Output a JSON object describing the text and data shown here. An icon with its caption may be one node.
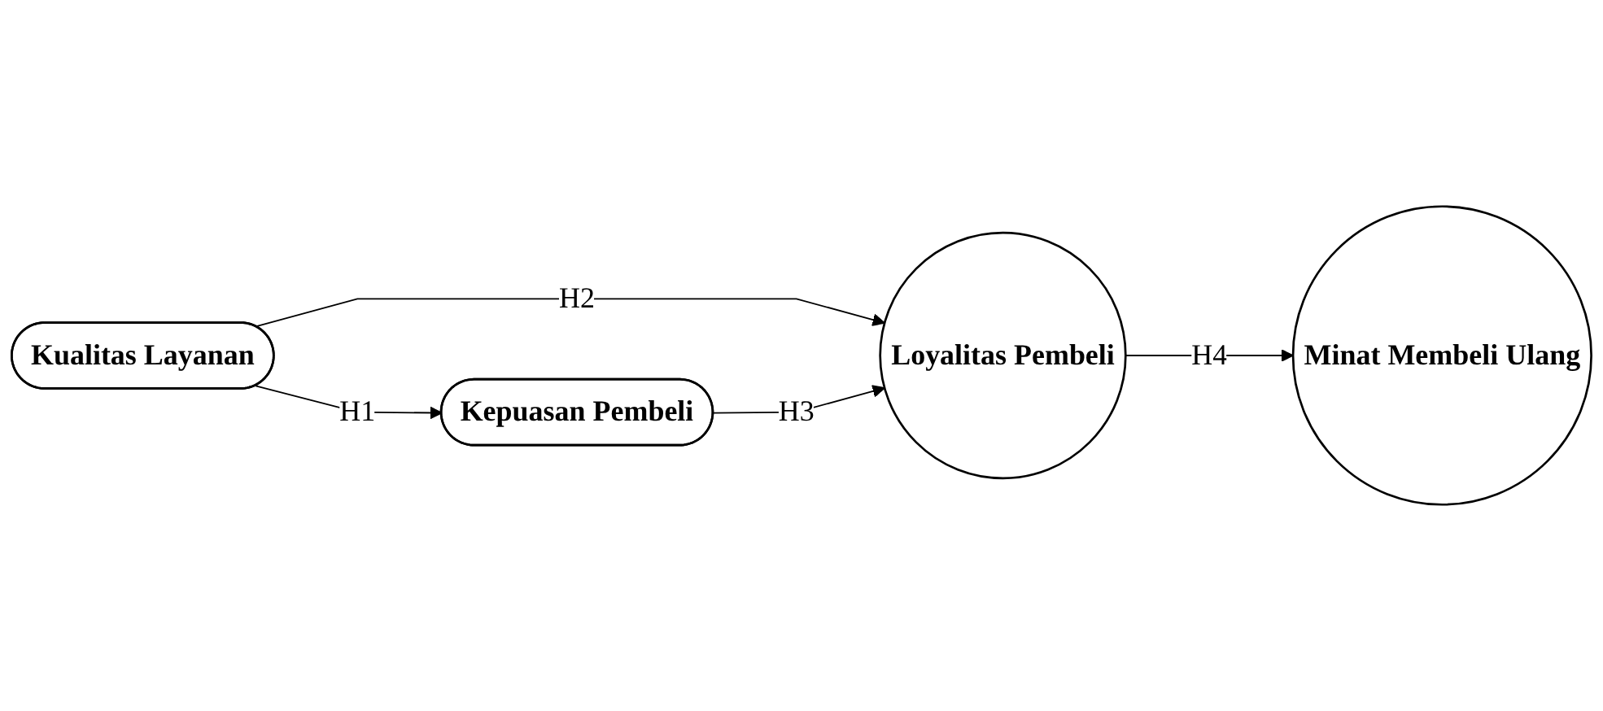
{
  "diagram": {
    "nodes": [
      {
        "text": [
          "Kualitas Layanan"
        ]
      },
      {
        "text": [
          "Kepuasan Pembeli"
        ]
      },
      {
        "text": [
          "Loyalitas Pembeli"
        ]
      },
      {
        "text": [
          "Minat Membeli Ulang"
        ]
      }
    ],
    "edges": [
      {
        "from": 0,
        "to": 1,
        "arrow": "to",
        "label": "H1"
      },
      {
        "from": 0,
        "to": 2,
        "arrow": "to",
        "label": "H2"
      },
      {
        "from": 1,
        "to": 2,
        "arrow": "to",
        "label": "H3"
      },
      {
        "from": 2,
        "to": 3,
        "arrow": "to",
        "label": "H4"
      }
    ]
  }
}
